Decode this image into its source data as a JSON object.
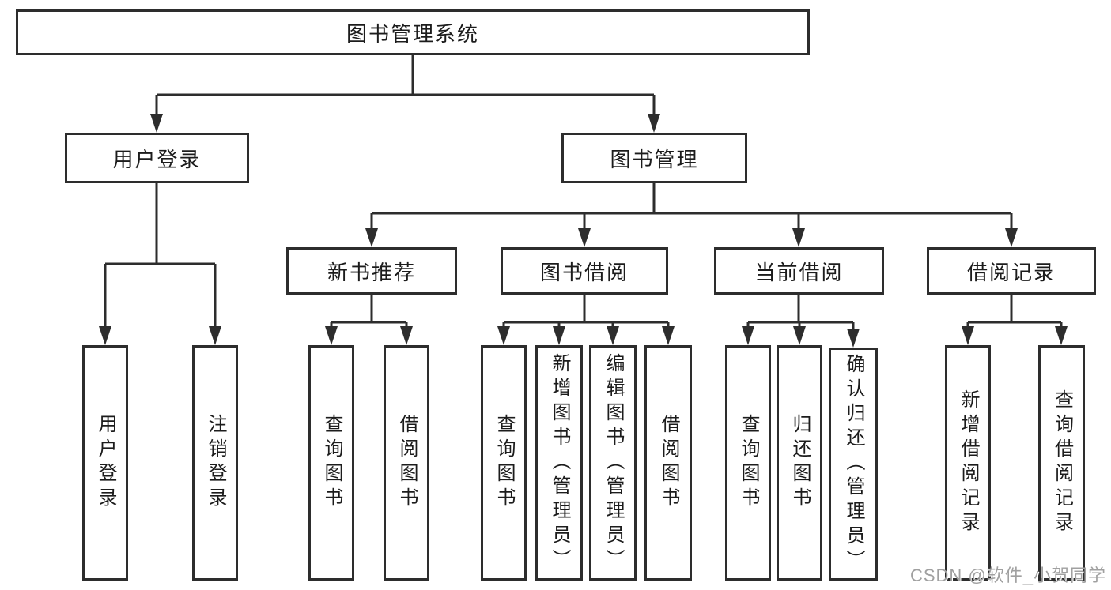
{
  "diagram": {
    "root": "图书管理系统",
    "branches": [
      {
        "label": "用户登录",
        "children": [
          "用户登录",
          "注销登录"
        ]
      },
      {
        "label": "图书管理",
        "children": [
          {
            "label": "新书推荐",
            "children": [
              "查询图书",
              "借阅图书"
            ]
          },
          {
            "label": "图书借阅",
            "children": [
              "查询图书",
              "新增图书（管理员）",
              "编辑图书（管理员）",
              "借阅图书"
            ]
          },
          {
            "label": "当前借阅",
            "children": [
              "查询图书",
              "归还图书",
              "确认归还（管理员）"
            ]
          },
          {
            "label": "借阅记录",
            "children": [
              "新增借阅记录",
              "查询借阅记录"
            ]
          }
        ]
      }
    ]
  },
  "watermark": "CSDN @软件_小贺同学",
  "colors": {
    "line": "#2d2d2d",
    "text": "#1c1c1c",
    "background": "#ffffff",
    "watermark": "#a0a0a0"
  }
}
